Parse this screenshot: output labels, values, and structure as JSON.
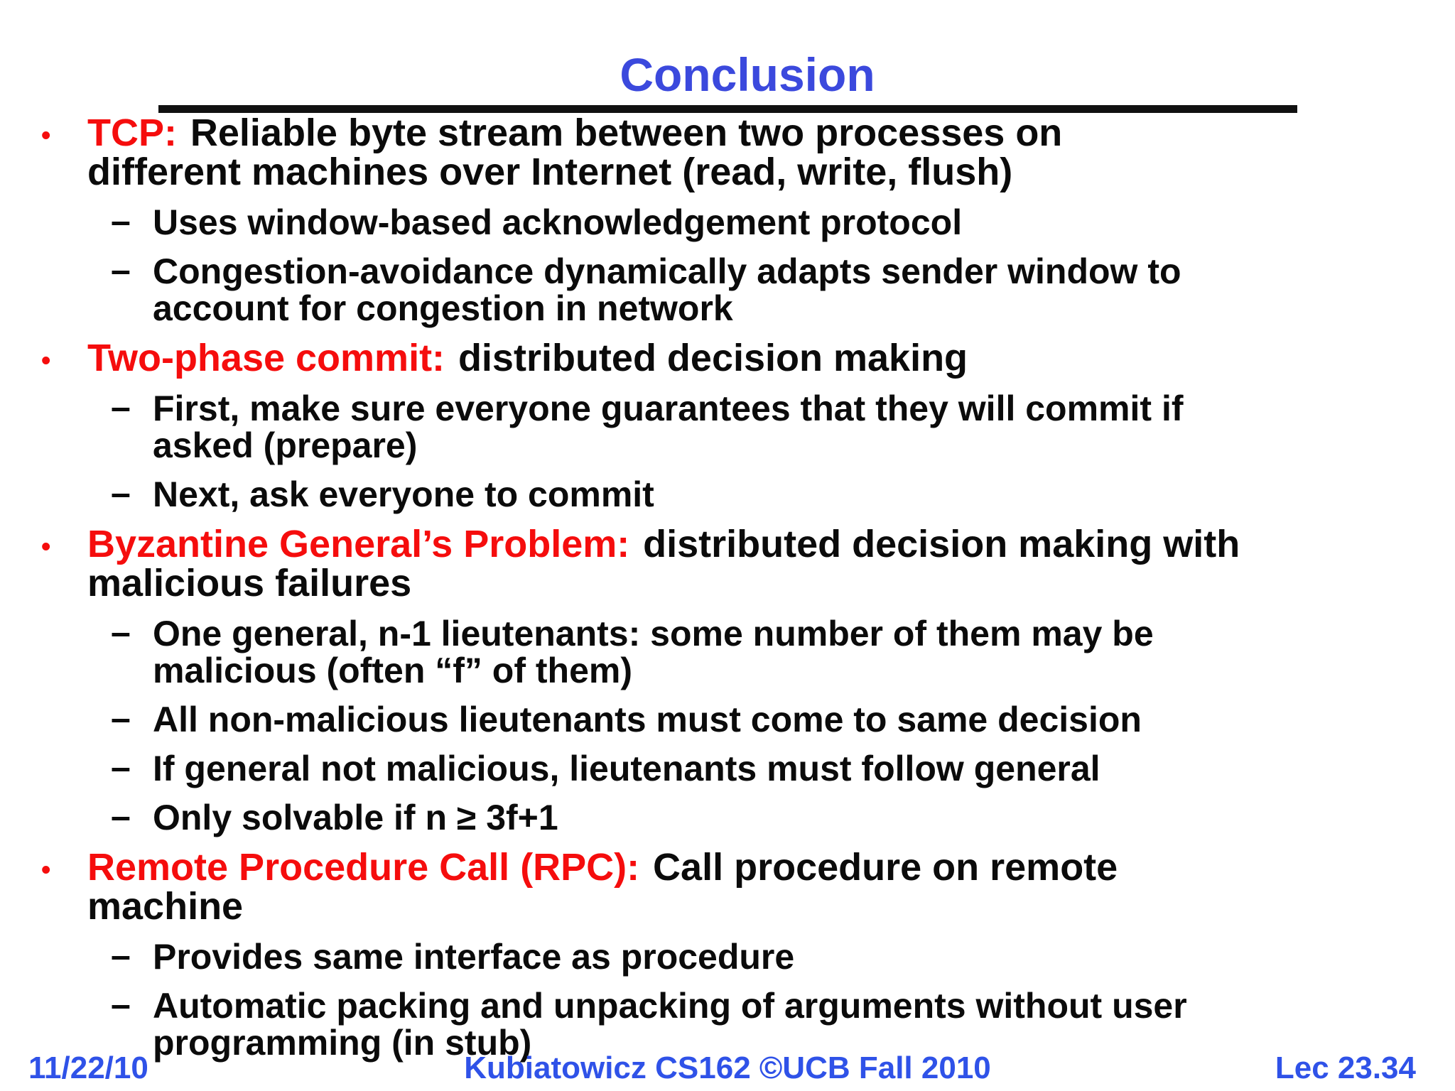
{
  "title": "Conclusion",
  "markers": {
    "bullet": "•",
    "dash": "–"
  },
  "colors": {
    "title_blue": "#3b49dd",
    "footer_blue": "#2f52e8",
    "keyword_red": "#f50d0d",
    "body_black": "#0b0b0b",
    "background": "#ffffff"
  },
  "bullets": [
    {
      "keyword": "TCP:",
      "head": "Reliable byte stream between two processes on",
      "cont": [
        "different machines over Internet (read, write, flush)"
      ],
      "subs": [
        {
          "lines": [
            "Uses window-based acknowledgement protocol"
          ]
        },
        {
          "lines": [
            "Congestion-avoidance dynamically adapts sender window to",
            "account for congestion in network"
          ]
        }
      ]
    },
    {
      "keyword": "Two-phase commit:",
      "head": "distributed decision making",
      "cont": [],
      "subs": [
        {
          "lines": [
            "First, make sure everyone guarantees that they will commit if",
            "asked (prepare)"
          ]
        },
        {
          "lines": [
            "Next, ask everyone to commit"
          ]
        }
      ]
    },
    {
      "keyword": "Byzantine General’s Problem:",
      "head": "distributed decision making with",
      "cont": [
        "malicious failures"
      ],
      "subs": [
        {
          "lines": [
            "One general, n-1 lieutenants: some number of them may be",
            "malicious (often “f” of them)"
          ]
        },
        {
          "lines": [
            "All non-malicious lieutenants must come to same decision"
          ]
        },
        {
          "lines": [
            "If general not malicious, lieutenants must follow general"
          ]
        },
        {
          "lines": [
            "Only solvable if n ≥ 3f+1"
          ]
        }
      ]
    },
    {
      "keyword": "Remote Procedure Call (RPC):",
      "head": "Call procedure on remote",
      "cont": [
        "machine"
      ],
      "subs": [
        {
          "lines": [
            "Provides same interface as procedure"
          ]
        },
        {
          "lines": [
            "Automatic packing and unpacking of arguments without user",
            "programming (in stub)"
          ]
        }
      ]
    }
  ],
  "footer": {
    "date": "11/22/10",
    "credit": "Kubiatowicz CS162 ©UCB Fall 2010",
    "lecture": "Lec 23.34"
  }
}
